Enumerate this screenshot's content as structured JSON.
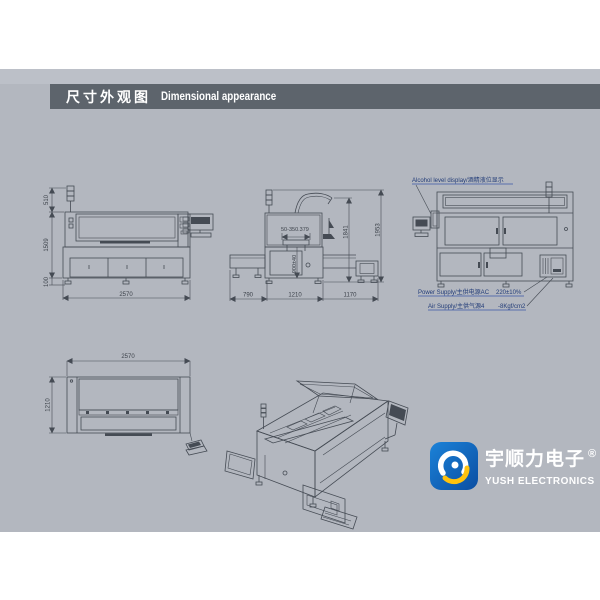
{
  "header": {
    "title_zh": "尺寸外观图",
    "title_en": "Dimensional appearance"
  },
  "front_view": {
    "dim_tower_height": "510",
    "dim_body_height": "1509",
    "dim_foot_height": "100",
    "dim_width": "2570"
  },
  "side_view": {
    "dim_infeed": "790",
    "dim_body_depth": "1210",
    "dim_outfeed": "1170",
    "dim_arm_height": "1841",
    "dim_total_height": "1953",
    "dim_pcb_width": "50-350.379",
    "dim_rail_height": "900±40"
  },
  "rear_view": {
    "alcohol_label": "Alcohol level display/酒精液位显示",
    "power_label": "Power Supply/主供电源AC",
    "power_value": "220±10%",
    "air_label": "Air Supply/主供气源4",
    "air_value": "-8Kgf/cm2"
  },
  "top_view": {
    "dim_width": "2570",
    "dim_depth": "1210"
  },
  "logo": {
    "zh": "宇顺力电子",
    "registered": "®",
    "en": "YUSH ELECTRONICS"
  },
  "colors": {
    "panel_gray": "#b3b7bf",
    "panel_strip": "#bcc0c8",
    "header_bar": "#5d646c",
    "line_art": "#454b54",
    "label_navy": "#223c78",
    "logo_blue": "#1266c4",
    "logo_yellow": "#ffc20e"
  }
}
